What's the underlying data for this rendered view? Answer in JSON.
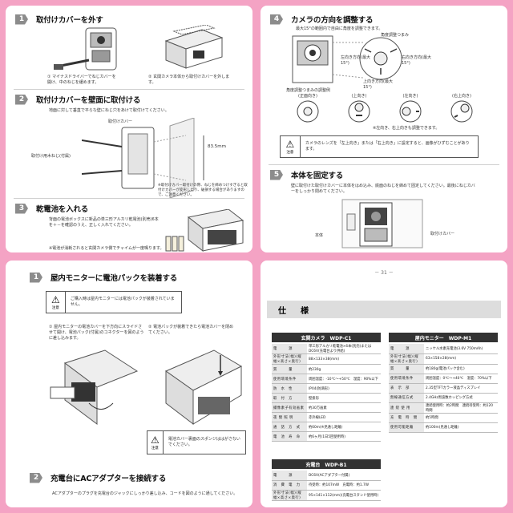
{
  "panel1": {
    "s1": {
      "num": "1",
      "title": "取付けカバーを外す"
    },
    "s1_cap_a": "① マイナスドライバーでねじカバーを開け、中のねじを緩めます。",
    "s1_cap_b": "② 玄関カメラ本体から取付けカバーを外します。",
    "s2": {
      "num": "2",
      "title": "取付けカバーを壁面に取付ける"
    },
    "s2_desc": "地面に対して垂直で平らな壁にねじ穴をあけて取付けてください。",
    "lbl_cover": "取付けカバー",
    "lbl_screw": "取付け用木ねじ(付属)",
    "dim": "83.5mm",
    "s2_note": "※取付けカバー取付けの際、ねじを締めつけすぎると取付けカバーが変形したり、破損する場合がありますので、ご注意ください。",
    "s3": {
      "num": "3",
      "title": "乾電池を入れる"
    },
    "s3_desc": "背面の電池ボックスに新品の単三形アルカリ乾電池(別売)6本を＋－を確認のうえ、正しく入れてください。",
    "s3_note": "※電池が消耗されると玄関カメラ側でチャイムが一度鳴ります。"
  },
  "panel2": {
    "s4": {
      "num": "4",
      "title": "カメラの方向を調整する"
    },
    "s4_desc": "最大15°の範囲内で自由に角度を調整できます。",
    "lbl_knob": "角度調整つまみ",
    "lbl_left": "左向き方向(最大15°)",
    "lbl_right": "右向き方向(最大15°)",
    "lbl_up": "上向き方向(最大15°)",
    "ex_title": "角度調整つまみの調整例",
    "examples": [
      "(正面向き)",
      "(上向き)",
      "(左向き)",
      "(右上向き)"
    ],
    "ex_note": "※左向き、右上向きも調整できます。",
    "caution_label": "注意",
    "caution_msg": "カメラのレンズを「左上向き」または「右上向き」に設定すると、画像がひずむことがあります。",
    "s5": {
      "num": "5",
      "title": "本体を固定する"
    },
    "s5_desc": "壁に取付けた取付けカバーに本体をはめ込み、底面のねじを締めて固定してください。最後にねじカバーをしっかり閉めてください。",
    "lbl_body": "本体",
    "lbl_cover": "取付けカバー"
  },
  "panel3": {
    "s1": {
      "num": "1",
      "title": "屋内モニターに電池パックを装着する"
    },
    "caution1_label": "注意",
    "caution1_msg": "ご購入時は屋内モニターには電池パックが装着されていません。",
    "cap_a": "① 屋内モニターの電池カバーを下方向にスライドさせて開け、電池パック(付属)のコネクターを図のように差し込みます。",
    "cap_b": "② 電池パックが装着できたら電池カバーを閉めてください。",
    "caution2_label": "注意",
    "caution2_msg": "電池カバー裏面のスポンジははがさないでください。",
    "s2": {
      "num": "2",
      "title": "充電台にACアダプターを接続する"
    },
    "s2_desc": "ACアダプターのプラグを充電台のジャックにしっかり差し込み、コードを図のように通してください。"
  },
  "panel4": {
    "page_number": "－ 31 －",
    "title": "仕　様",
    "camera": {
      "head": "玄関カメラ　WDP-C1",
      "rows": [
        [
          "電　　　源",
          "単三形アルカリ乾電池×6本(別売)または DC6V(充電台より供給)"
        ],
        [
          "外形寸法(幅)(縦幅×高さ×奥行)",
          "88×133×38(mm)"
        ],
        [
          "質　　　量",
          "約230g"
        ],
        [
          "使用環境条件",
          "周囲温度：-10℃～+50℃　湿度：90%以下"
        ],
        [
          "防　水　性",
          "IPX4(防滴形)"
        ],
        [
          "取　付　方",
          "壁掛形"
        ],
        [
          "撮像素子有効画素",
          "約30万画素"
        ],
        [
          "夜 間 照 明",
          "赤外線LED"
        ],
        [
          "通　話　方　式",
          "約60m(※見通し距離)"
        ],
        [
          "電　池　寿　命",
          "約6ヶ月(1日5回使用時)"
        ]
      ]
    },
    "monitor": {
      "head": "屋内モニター　WDP-M1",
      "rows": [
        [
          "電　　　源",
          "ニッケル水素充電池(3.6V 750mAh)"
        ],
        [
          "外形寸法(幅)(縦幅×高さ×奥行)",
          "63×158×28(mm)"
        ],
        [
          "質　　　量",
          "約180g(電池パック含む)"
        ],
        [
          "使用環境条件",
          "周囲温度：0℃～+40℃　湿度：70%以下"
        ],
        [
          "表　示　部",
          "2.35型TFTカラー液晶ディスプレイ"
        ],
        [
          "無線通信方式",
          "2.4GHz周波数ホッピング方式"
        ],
        [
          "連 続 使 用",
          "連続使用時：約2時間　連続待受時：約120時間"
        ],
        [
          "充　電　時　間",
          "約5時間"
        ],
        [
          "使用可能距離",
          "約100m(見通し距離)"
        ]
      ]
    },
    "charger": {
      "head": "充電台　WDP-B1",
      "rows": [
        [
          "電　　　源",
          "DC6V(ACアダプター付属)"
        ],
        [
          "消　費　電　力",
          "待受時：約107mW　充電時：約1.7W"
        ],
        [
          "外形寸法(幅)(縦幅×高さ×奥行)",
          "95×141×112(mm)(充電台スタンド使用時)"
        ]
      ]
    }
  },
  "colors": {
    "frame": "#f4a3c4",
    "step_badge": "#8c8c8c",
    "spec_head": "#333333"
  }
}
